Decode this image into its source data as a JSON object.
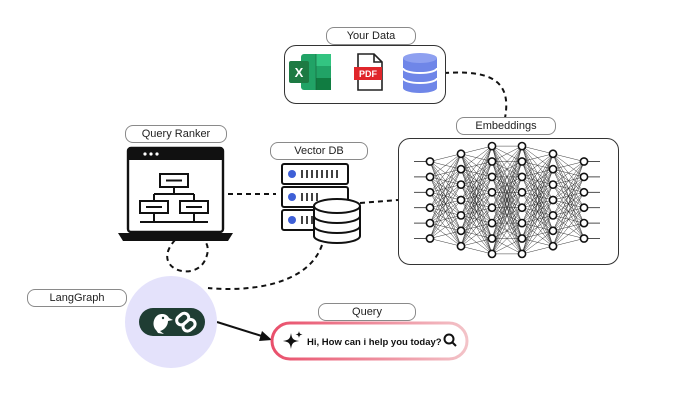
{
  "labels": {
    "your_data": "Your Data",
    "embeddings": "Embeddings",
    "query_ranker": "Query Ranker",
    "vector_db": "Vector DB",
    "langgraph": "LangGraph",
    "query": "Query"
  },
  "file_icons": {
    "excel_letter": "X",
    "pdf_label": "PDF"
  },
  "query_box": {
    "text": "Hi, How can i help you today?"
  },
  "colors": {
    "excel_green": "#1d7a43",
    "pdf_red": "#e0262b",
    "database_blue": "#6f86e8",
    "langgraph_circle": "#e4e2fb",
    "langgraph_badge": "#1f3d33",
    "query_gradient_start": "#e94f6b",
    "query_gradient_end": "#f3c3c8"
  }
}
